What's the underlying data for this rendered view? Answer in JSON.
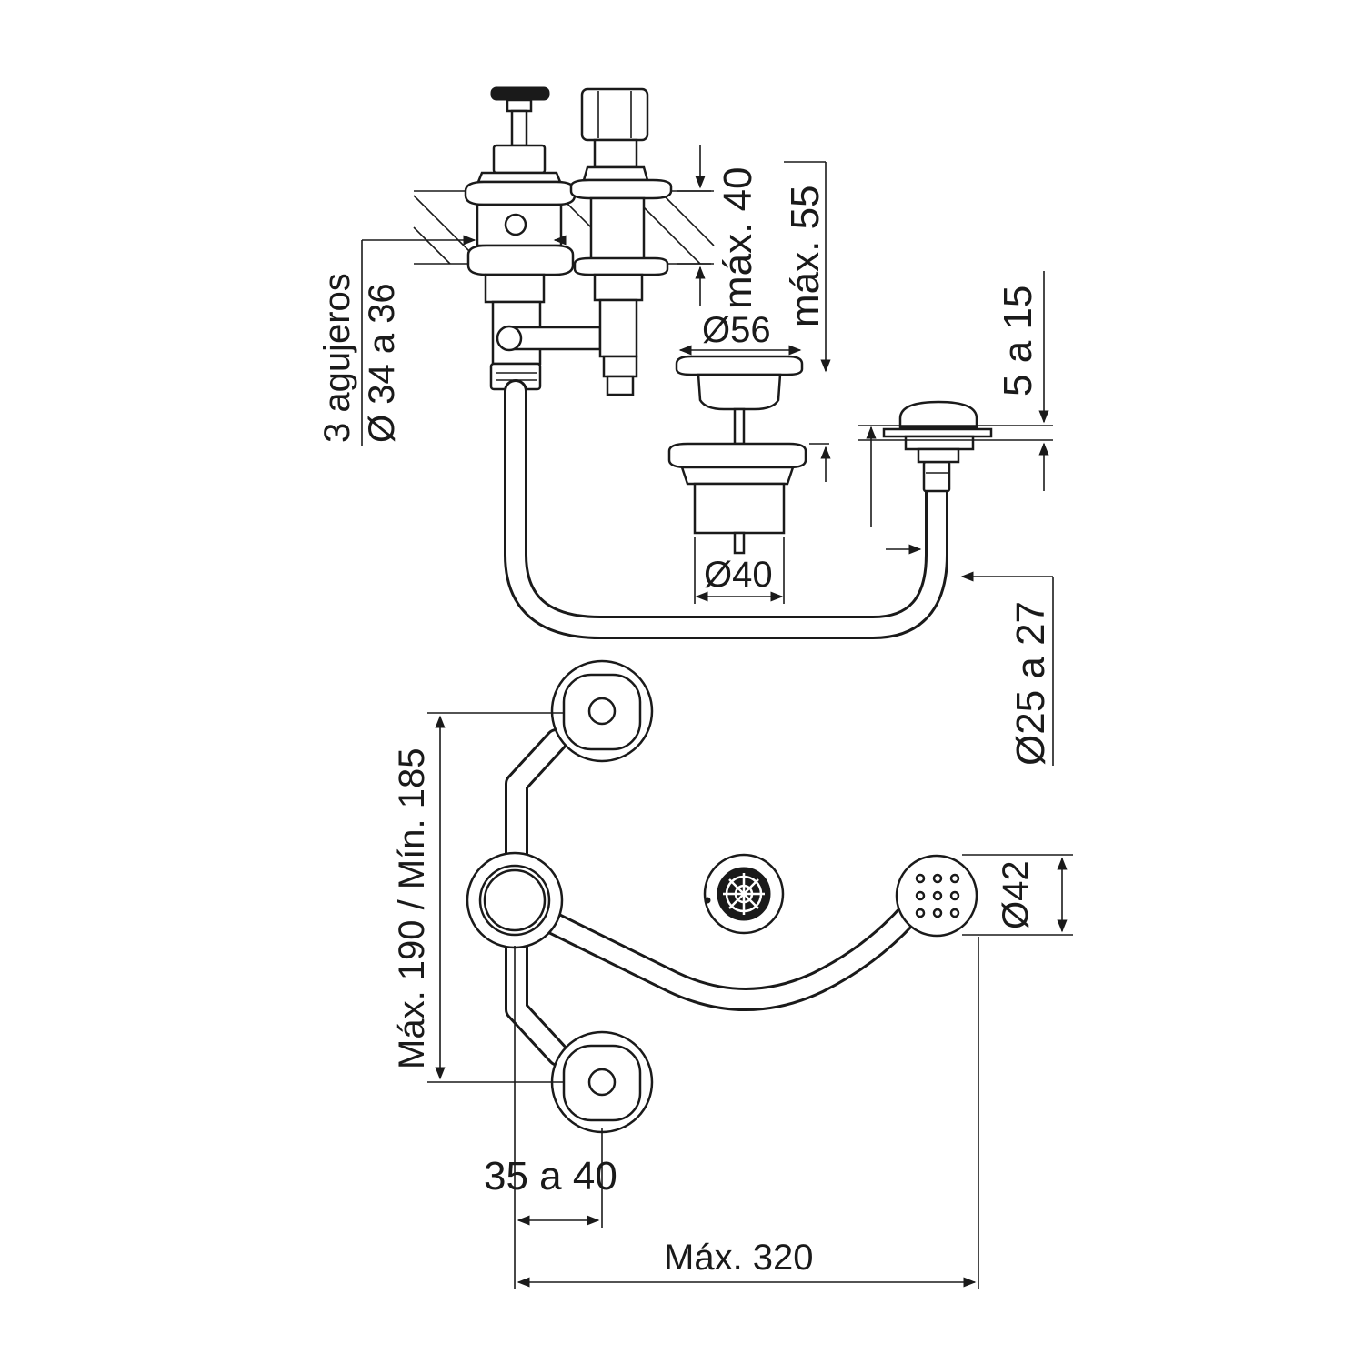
{
  "diagram": {
    "labels": {
      "holes_count": "3 agujeros",
      "holes_diameter": "Ø 34 a 36",
      "max_40": "máx. 40",
      "max_55": "máx. 55",
      "d56": "Ø56",
      "d40": "Ø40",
      "range_5_15": "5 a 15",
      "d25_27": "Ø25 a 27",
      "height_range": "Máx. 190 / Mín. 185",
      "d42": "Ø42",
      "offset_35_40": "35 a 40",
      "max_320": "Máx. 320"
    }
  }
}
